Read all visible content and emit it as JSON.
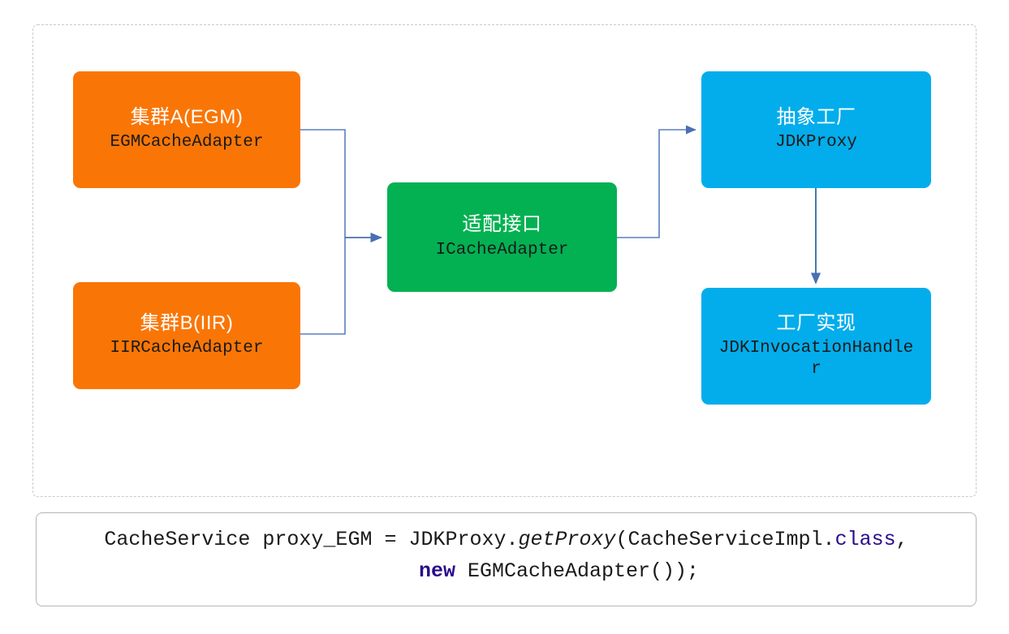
{
  "diagram": {
    "title_present": false,
    "colors": {
      "orange": "#F97606",
      "green": "#03B152",
      "blue": "#03ADEB",
      "connector": "#4A6FB5",
      "dashed_border": "#c9c9c9",
      "code_border": "#b5b5b5",
      "keyword": "#2a0a8c"
    },
    "nodes": [
      {
        "id": "egm",
        "cn": "集群A(EGM)",
        "en": "EGMCacheAdapter",
        "color": "#F97606"
      },
      {
        "id": "iir",
        "cn": "集群B(IIR)",
        "en": "IIRCacheAdapter",
        "color": "#F97606"
      },
      {
        "id": "iface",
        "cn": "适配接口",
        "en": "ICacheAdapter",
        "color": "#03B152"
      },
      {
        "id": "proxy",
        "cn": "抽象工厂",
        "en": "JDKProxy",
        "color": "#03ADEB"
      },
      {
        "id": "handler",
        "cn": "工厂实现",
        "en": "JDKInvocationHandler",
        "color": "#03ADEB"
      }
    ],
    "connectors": [
      {
        "from": "egm",
        "to": "iface",
        "style": "orthogonal-merge-arrow"
      },
      {
        "from": "iir",
        "to": "iface",
        "style": "orthogonal-merge-arrow"
      },
      {
        "from": "iface",
        "to": "proxy",
        "style": "orthogonal-arrow"
      },
      {
        "from": "proxy",
        "to": "handler",
        "style": "vertical-arrow"
      }
    ]
  },
  "code": {
    "line1": {
      "part1": "CacheService proxy_EGM = JDKProxy.",
      "method": "getProxy",
      "part2": "(CacheServiceImpl.",
      "keyword": "class",
      "part3": ","
    },
    "line2": {
      "keyword": "new",
      "rest": " EGMCacheAdapter());"
    }
  }
}
